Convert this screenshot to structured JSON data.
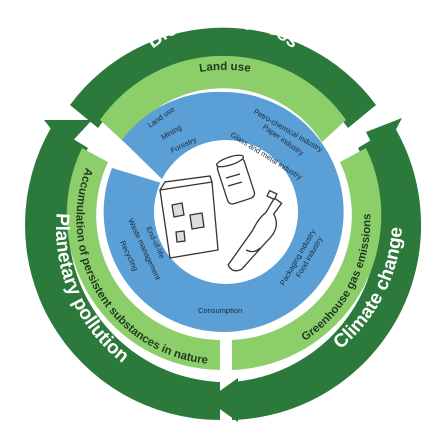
{
  "colors": {
    "outer_ring": "#2c7a3b",
    "middle_ring": "#8ccf6a",
    "inner_disc": "#5a9fd6",
    "center_disc": "#ffffff",
    "outline": "#1f4f2a"
  },
  "outer_ring": {
    "top": "Biodiversity loss",
    "left": "Planetary pollution",
    "right": "Climate change"
  },
  "middle_ring": {
    "top": "Land use",
    "left": "Accumulation of persistent substances in nature",
    "right": "Greenhouse gas emissions"
  },
  "inner_ring": {
    "sourcing": [
      "Land use",
      "Mining",
      "Forestry"
    ],
    "production": [
      "Petro-chemical industry",
      "Paper industry",
      "Glass and metal industry"
    ],
    "packaging": [
      "Packaging industry",
      "Food industry"
    ],
    "consumption": "Consumption",
    "end_of_life": [
      "End-of-life",
      "Waste management",
      "Recycling"
    ]
  },
  "center": {
    "items": [
      "chips-bag-icon",
      "can-icon",
      "bottle-icon"
    ]
  }
}
